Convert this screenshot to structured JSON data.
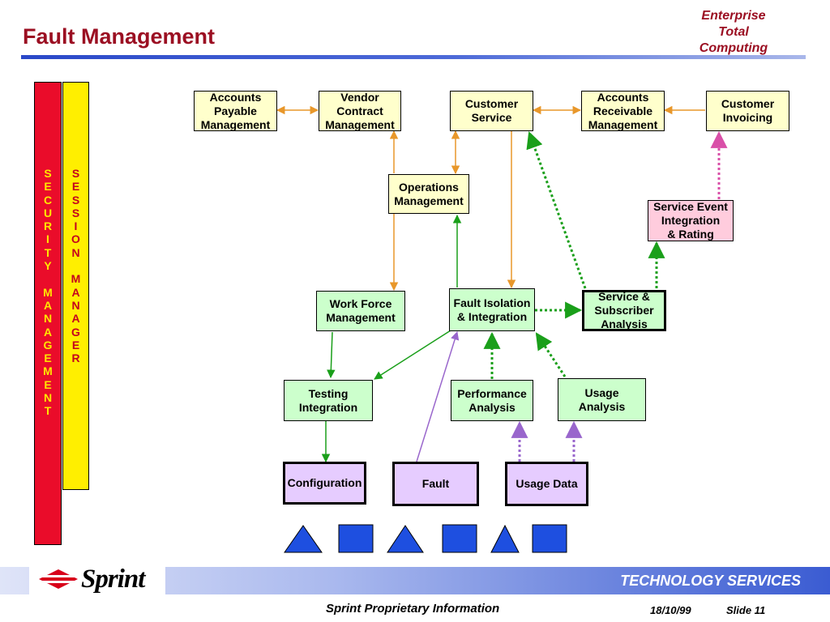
{
  "header": {
    "title": "Fault Management",
    "corner": [
      "Enterprise",
      "Total",
      "Computing"
    ]
  },
  "side_bars": {
    "security": [
      "S",
      "E",
      "C",
      "U",
      "R",
      "I",
      "T",
      "Y",
      "",
      "M",
      "A",
      "N",
      "A",
      "G",
      "E",
      "M",
      "E",
      "N",
      "T"
    ],
    "session": [
      "S",
      "E",
      "S",
      "S",
      "I",
      "O",
      "N",
      "",
      "M",
      "A",
      "N",
      "A",
      "G",
      "E",
      "R"
    ]
  },
  "boxes": {
    "accounts_payable": "Accounts\nPayable\nManagement",
    "vendor_contract": "Vendor\nContract\nManagement",
    "customer_service": "Customer\nService",
    "accounts_receivable": "Accounts\nReceivable\nManagement",
    "customer_invoicing": "Customer\nInvoicing",
    "operations_management": "Operations\nManagement",
    "service_event": "Service Event\nIntegration\n& Rating",
    "work_force": "Work Force\nManagement",
    "fault_isolation": "Fault Isolation\n& Integration",
    "service_subscriber": "Service &\nSubscriber\nAnalysis",
    "testing_integration": "Testing\nIntegration",
    "performance_analysis": "Performance\nAnalysis",
    "usage_analysis": "Usage\nAnalysis",
    "configuration": "Configuration",
    "fault": "Fault",
    "usage_data": "Usage Data"
  },
  "shapes": [
    "triangle",
    "square",
    "triangle",
    "square",
    "triangle",
    "square"
  ],
  "footer": {
    "logo": "Sprint",
    "band_text": "TECHNOLOGY SERVICES",
    "proprietary": "Sprint Proprietary Information",
    "date": "18/10/99",
    "slide": "Slide 11"
  },
  "colors": {
    "title": "#9b0f22",
    "orange_link": "#e8972a",
    "green_link": "#1a9f1a",
    "purple_link": "#9966cc",
    "pink_link": "#d94fa8",
    "shape_fill": "#1e4fe0"
  }
}
